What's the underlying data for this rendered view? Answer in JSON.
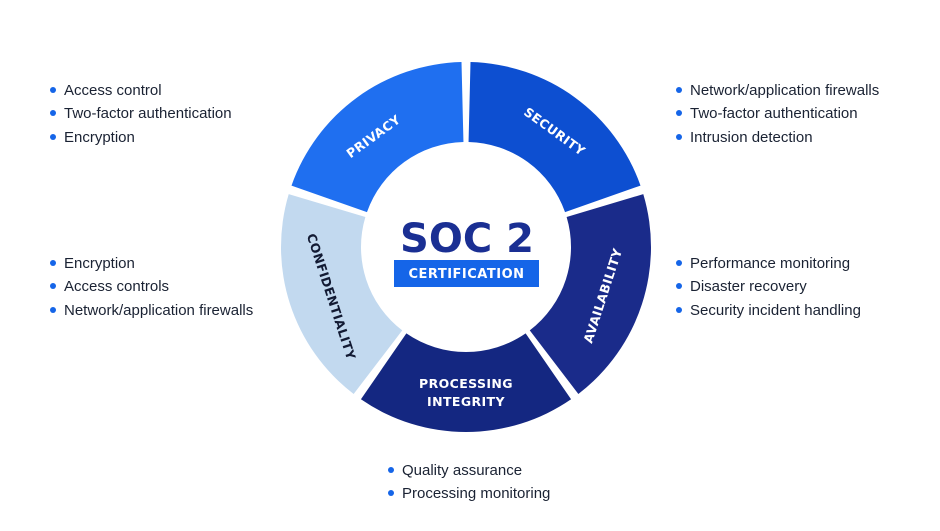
{
  "center": {
    "title": "SOC 2",
    "badge": "CERTIFICATION"
  },
  "colors": {
    "security": "#0d4fd1",
    "availability": "#1a2b8a",
    "processing_integrity": "#142781",
    "confidentiality": "#c2d9ef",
    "privacy": "#1f6ff0",
    "title_text": "#1a2f93",
    "badge_bg": "#1565e8",
    "bullet": "#1565e8",
    "dark_label": "#121a33"
  },
  "segments": [
    {
      "key": "security",
      "label": "SECURITY"
    },
    {
      "key": "availability",
      "label": "AVAILABILITY"
    },
    {
      "key": "processing_integrity",
      "label_line1": "PROCESSING",
      "label_line2": "INTEGRITY"
    },
    {
      "key": "confidentiality",
      "label": "CONFIDENTIALITY"
    },
    {
      "key": "privacy",
      "label": "PRIVACY"
    }
  ],
  "lists": {
    "privacy": [
      "Access control",
      "Two-factor authentication",
      "Encryption"
    ],
    "confidentiality": [
      "Encryption",
      "Access controls",
      "Network/application firewalls"
    ],
    "security": [
      "Network/application firewalls",
      "Two-factor authentication",
      "Intrusion detection"
    ],
    "availability": [
      "Performance monitoring",
      "Disaster recovery",
      "Security incident handling"
    ],
    "processing_integrity": [
      "Quality assurance",
      "Processing monitoring"
    ]
  }
}
